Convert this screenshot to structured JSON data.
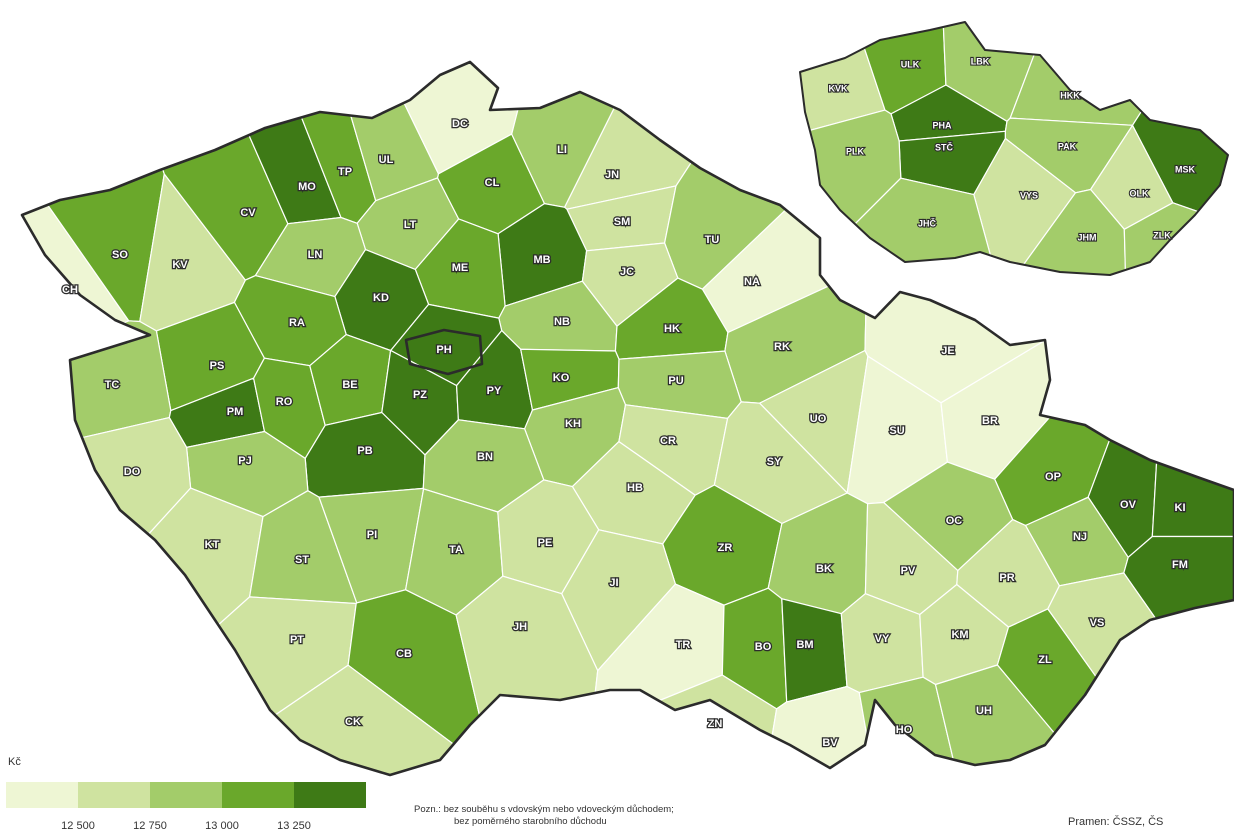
{
  "colors": {
    "c1": "#eef6d4",
    "c2": "#cfe3a0",
    "c3": "#a3cc6a",
    "c4": "#6aa82b",
    "c5": "#3e7a16",
    "outline": "#2b2b2b"
  },
  "districts": [
    {
      "code": "CH",
      "class": "c1"
    },
    {
      "code": "SO",
      "class": "c4"
    },
    {
      "code": "KV",
      "class": "c2"
    },
    {
      "code": "CV",
      "class": "c4"
    },
    {
      "code": "MO",
      "class": "c5"
    },
    {
      "code": "TP",
      "class": "c4"
    },
    {
      "code": "UL",
      "class": "c3"
    },
    {
      "code": "DC",
      "class": "c1"
    },
    {
      "code": "LT",
      "class": "c3"
    },
    {
      "code": "LN",
      "class": "c3"
    },
    {
      "code": "CL",
      "class": "c4"
    },
    {
      "code": "LI",
      "class": "c3"
    },
    {
      "code": "JN",
      "class": "c2"
    },
    {
      "code": "SM",
      "class": "c2"
    },
    {
      "code": "TU",
      "class": "c3"
    },
    {
      "code": "MB",
      "class": "c5"
    },
    {
      "code": "ME",
      "class": "c4"
    },
    {
      "code": "KD",
      "class": "c5"
    },
    {
      "code": "RA",
      "class": "c4"
    },
    {
      "code": "JC",
      "class": "c2"
    },
    {
      "code": "NA",
      "class": "c1"
    },
    {
      "code": "NB",
      "class": "c3"
    },
    {
      "code": "HK",
      "class": "c4"
    },
    {
      "code": "RK",
      "class": "c3"
    },
    {
      "code": "PH",
      "class": "c5"
    },
    {
      "code": "PS",
      "class": "c4"
    },
    {
      "code": "TC",
      "class": "c3"
    },
    {
      "code": "PM",
      "class": "c5"
    },
    {
      "code": "RO",
      "class": "c4"
    },
    {
      "code": "BE",
      "class": "c4"
    },
    {
      "code": "PZ",
      "class": "c5"
    },
    {
      "code": "PY",
      "class": "c5"
    },
    {
      "code": "KO",
      "class": "c4"
    },
    {
      "code": "PU",
      "class": "c3"
    },
    {
      "code": "UO",
      "class": "c2"
    },
    {
      "code": "KH",
      "class": "c3"
    },
    {
      "code": "CR",
      "class": "c2"
    },
    {
      "code": "PB",
      "class": "c5"
    },
    {
      "code": "BN",
      "class": "c3"
    },
    {
      "code": "PJ",
      "class": "c3"
    },
    {
      "code": "DO",
      "class": "c2"
    },
    {
      "code": "KT",
      "class": "c2"
    },
    {
      "code": "HB",
      "class": "c2"
    },
    {
      "code": "SY",
      "class": "c2"
    },
    {
      "code": "JE",
      "class": "c1"
    },
    {
      "code": "SU",
      "class": "c1"
    },
    {
      "code": "BR",
      "class": "c1"
    },
    {
      "code": "OP",
      "class": "c4"
    },
    {
      "code": "OV",
      "class": "c5"
    },
    {
      "code": "KI",
      "class": "c5"
    },
    {
      "code": "OC",
      "class": "c3"
    },
    {
      "code": "NJ",
      "class": "c3"
    },
    {
      "code": "FM",
      "class": "c5"
    },
    {
      "code": "ST",
      "class": "c3"
    },
    {
      "code": "PI",
      "class": "c3"
    },
    {
      "code": "TA",
      "class": "c3"
    },
    {
      "code": "PE",
      "class": "c2"
    },
    {
      "code": "ZR",
      "class": "c4"
    },
    {
      "code": "BK",
      "class": "c3"
    },
    {
      "code": "PV",
      "class": "c2"
    },
    {
      "code": "PR",
      "class": "c2"
    },
    {
      "code": "JI",
      "class": "c2"
    },
    {
      "code": "PT",
      "class": "c2"
    },
    {
      "code": "CB",
      "class": "c4"
    },
    {
      "code": "JH",
      "class": "c2"
    },
    {
      "code": "TR",
      "class": "c1"
    },
    {
      "code": "BO",
      "class": "c4"
    },
    {
      "code": "BM",
      "class": "c5"
    },
    {
      "code": "VY",
      "class": "c2"
    },
    {
      "code": "KM",
      "class": "c2"
    },
    {
      "code": "ZL",
      "class": "c4"
    },
    {
      "code": "VS",
      "class": "c2"
    },
    {
      "code": "CK",
      "class": "c2"
    },
    {
      "code": "ZN",
      "class": "c2"
    },
    {
      "code": "BV",
      "class": "c1"
    },
    {
      "code": "HO",
      "class": "c3"
    },
    {
      "code": "UH",
      "class": "c3"
    }
  ],
  "regions": [
    {
      "code": "KVK",
      "class": "c2"
    },
    {
      "code": "ULK",
      "class": "c4"
    },
    {
      "code": "LBK",
      "class": "c3"
    },
    {
      "code": "HKK",
      "class": "c3"
    },
    {
      "code": "PHA",
      "class": "c5"
    },
    {
      "code": "STČ",
      "class": "c5"
    },
    {
      "code": "PAK",
      "class": "c3"
    },
    {
      "code": "MSK",
      "class": "c5"
    },
    {
      "code": "PLK",
      "class": "c3"
    },
    {
      "code": "OLK",
      "class": "c2"
    },
    {
      "code": "VYS",
      "class": "c2"
    },
    {
      "code": "JHČ",
      "class": "c3"
    },
    {
      "code": "JHM",
      "class": "c3"
    },
    {
      "code": "ZLK",
      "class": "c3"
    }
  ],
  "legend": {
    "unit": "Kč",
    "classes": [
      "c1",
      "c2",
      "c3",
      "c4",
      "c5"
    ],
    "ticks": [
      "12 500",
      "12 750",
      "13 000",
      "13 250"
    ]
  },
  "note": {
    "line1": "Pozn.: bez souběhu s vdovským nebo vdoveckým důchodem;",
    "line2": "bez poměrného starobního důchodu"
  },
  "source": "Pramen: ČSSZ, ČS"
}
